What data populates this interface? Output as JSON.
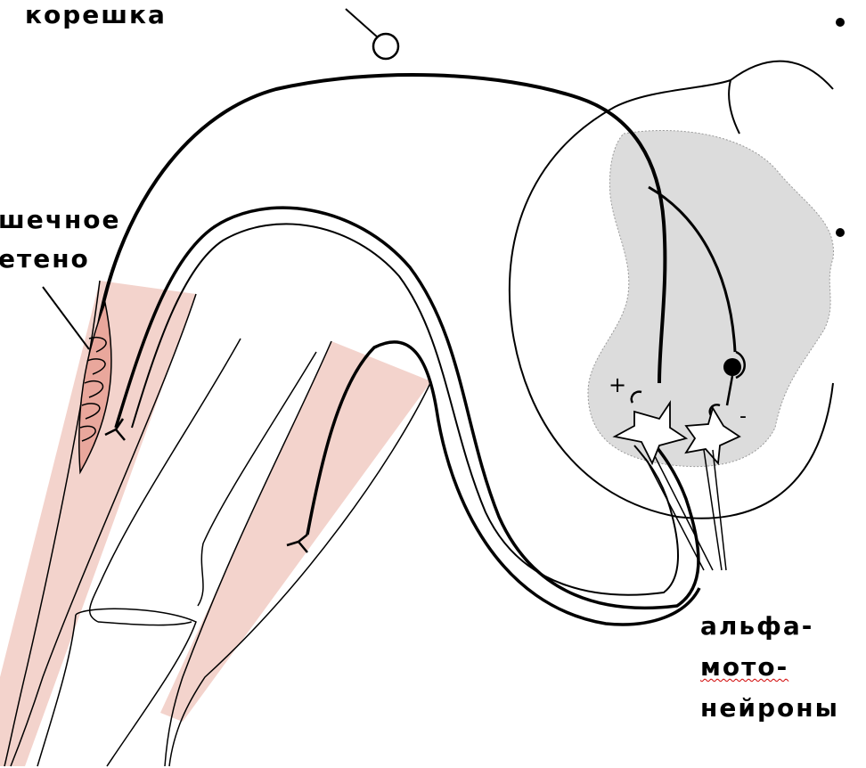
{
  "labels": {
    "root": "корешка",
    "spindle_line1": "шечное",
    "spindle_line2": "етено",
    "alpha_line1": "альфа-",
    "alpha_line2": "мото-",
    "alpha_line3": "нейроны",
    "plus": "+",
    "minus": "-"
  },
  "colors": {
    "muscle": "#f3d3cc",
    "muscle_dark": "#e9a79c",
    "gray_matter": "#dcdcdc",
    "line": "#000000",
    "spell_underline": "#d00000"
  }
}
